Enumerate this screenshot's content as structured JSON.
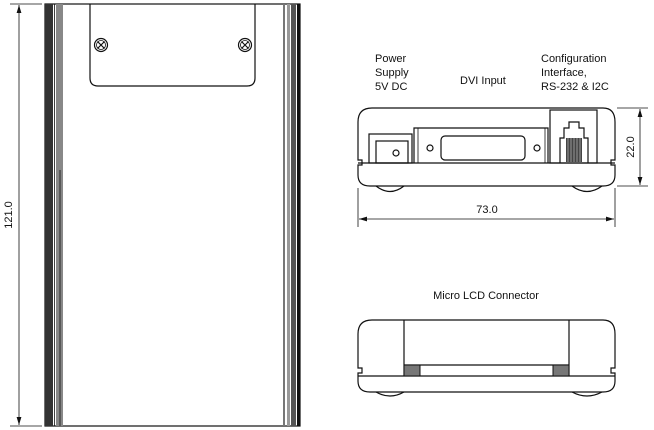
{
  "dimensions": {
    "height": "121.0",
    "depth": "22.0",
    "width": "73.0"
  },
  "labels": {
    "power": [
      "Power",
      "Supply",
      "5V DC"
    ],
    "dvi": "DVI Input",
    "config": [
      "Configuration",
      "Interface,",
      "RS-232 & I2C"
    ],
    "micro_lcd": "Micro LCD Connector"
  },
  "colors": {
    "line": "#111111",
    "stripe_dark": "#333333",
    "stripe_gray": "#888888",
    "block_gray": "#777777"
  }
}
